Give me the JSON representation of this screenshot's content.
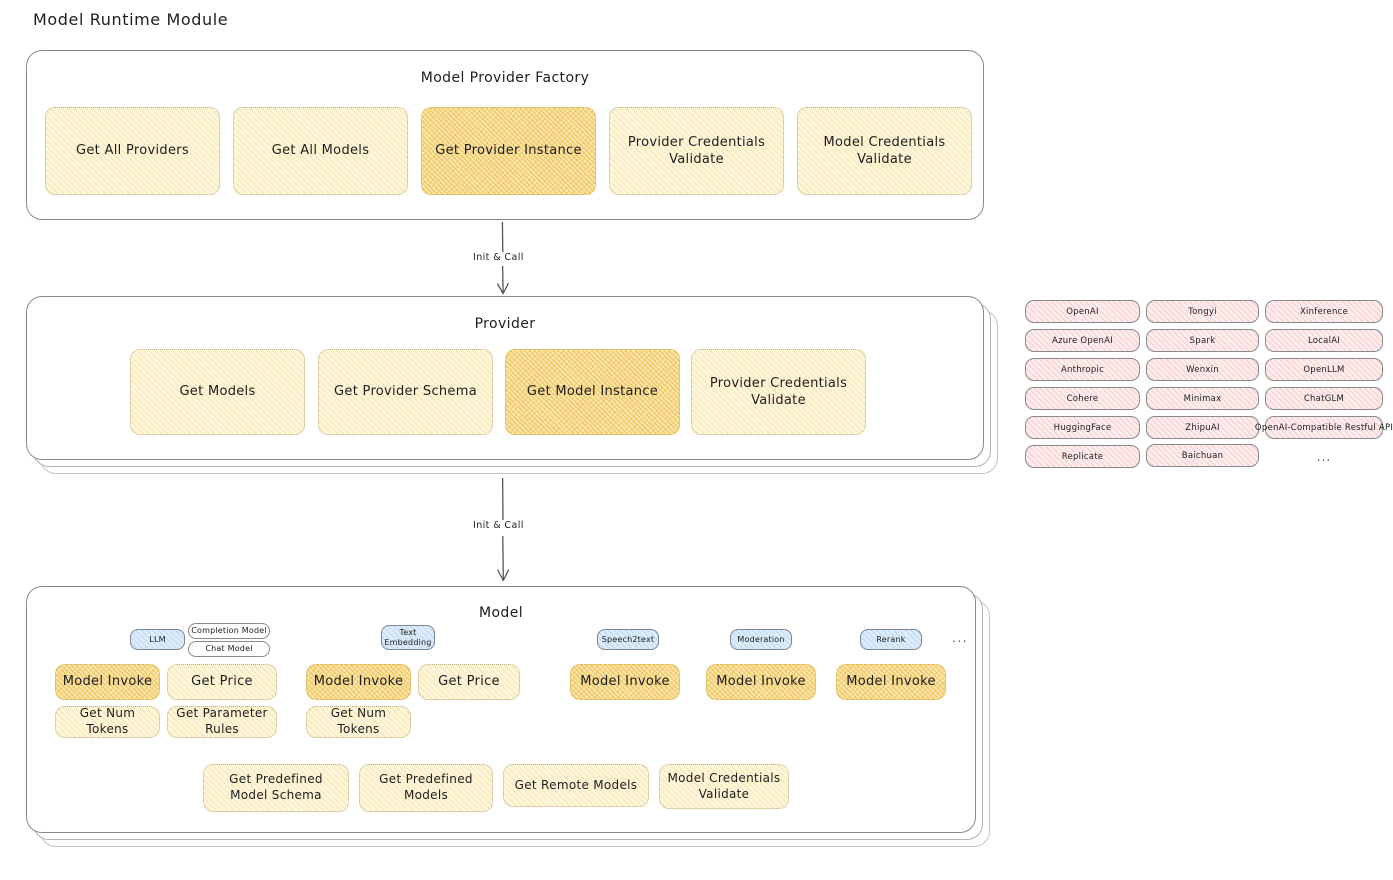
{
  "page": {
    "title": "Model Runtime Module"
  },
  "factory": {
    "title": "Model Provider Factory",
    "nodes": [
      {
        "label": "Get All Providers",
        "highlight": false
      },
      {
        "label": "Get All Models",
        "highlight": false
      },
      {
        "label": "Get Provider Instance",
        "highlight": true
      },
      {
        "label": "Provider Credentials Validate",
        "highlight": false
      },
      {
        "label": "Model Credentials Validate",
        "highlight": false
      }
    ]
  },
  "arrows": [
    {
      "label": "Init & Call"
    },
    {
      "label": "Init & Call"
    }
  ],
  "provider": {
    "title": "Provider",
    "nodes": [
      {
        "label": "Get Models",
        "highlight": false
      },
      {
        "label": "Get Provider Schema",
        "highlight": false
      },
      {
        "label": "Get Model Instance",
        "highlight": true
      },
      {
        "label": "Provider Credentials Validate",
        "highlight": false
      }
    ]
  },
  "provider_list": {
    "columns": [
      [
        "OpenAI",
        "Azure OpenAI",
        "Anthropic",
        "Cohere",
        "HuggingFace",
        "Replicate"
      ],
      [
        "Tongyi",
        "Spark",
        "Wenxin",
        "Minimax",
        "ZhipuAI",
        "Baichuan"
      ],
      [
        "Xinference",
        "LocalAI",
        "OpenLLM",
        "ChatGLM",
        "OpenAI-Compatible Restful API",
        "..."
      ]
    ]
  },
  "model": {
    "title": "Model",
    "ellipsis": "...",
    "groups": [
      {
        "badge": "LLM",
        "sub_badges": [
          "Completion Model",
          "Chat Model"
        ],
        "nodes": [
          {
            "label": "Model Invoke",
            "highlight": true
          },
          {
            "label": "Get Price",
            "highlight": false
          },
          {
            "label": "Get Num Tokens",
            "highlight": false
          },
          {
            "label": "Get Parameter Rules",
            "highlight": false
          }
        ]
      },
      {
        "badge": "Text\nEmbedding",
        "sub_badges": [],
        "nodes": [
          {
            "label": "Model Invoke",
            "highlight": true
          },
          {
            "label": "Get Price",
            "highlight": false
          },
          {
            "label": "Get Num Tokens",
            "highlight": false
          }
        ]
      },
      {
        "badge": "Speech2text",
        "sub_badges": [],
        "nodes": [
          {
            "label": "Model Invoke",
            "highlight": true
          }
        ]
      },
      {
        "badge": "Moderation",
        "sub_badges": [],
        "nodes": [
          {
            "label": "Model Invoke",
            "highlight": true
          }
        ]
      },
      {
        "badge": "Rerank",
        "sub_badges": [],
        "nodes": [
          {
            "label": "Model Invoke",
            "highlight": true
          }
        ]
      }
    ],
    "common_nodes": [
      {
        "label": "Get Predefined Model Schema"
      },
      {
        "label": "Get Predefined Models"
      },
      {
        "label": "Get Remote Models"
      },
      {
        "label": "Model Credentials Validate"
      }
    ]
  },
  "colors": {
    "node_fill": "#fdf6dd",
    "node_highlight_fill": "#fbe7b0",
    "chip_fill": "#fdeeed",
    "badge_fill": "#dcecfb",
    "stroke": "#8a8a8a",
    "text": "#1e1e1e"
  }
}
